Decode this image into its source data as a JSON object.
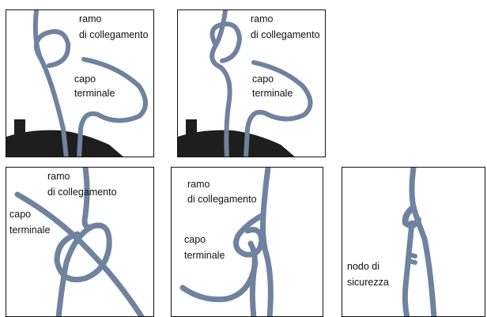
{
  "panels": [
    {
      "labels": {
        "ramo_line1": "ramo",
        "ramo_line2": "di collegamento",
        "capo_line1": "capo",
        "capo_line2": "terminale"
      }
    },
    {
      "labels": {
        "ramo_line1": "ramo",
        "ramo_line2": "di collegamento",
        "capo_line1": "capo",
        "capo_line2": "terminale"
      }
    },
    {
      "labels": {
        "ramo_line1": "ramo",
        "ramo_line2": "di collegamento",
        "capo_line1": "capo",
        "capo_line2": "terminale"
      }
    },
    {
      "labels": {
        "ramo_line1": "ramo",
        "ramo_line2": "di collegamento",
        "capo_line1": "capo",
        "capo_line2": "terminale"
      }
    },
    {
      "labels": {
        "nodo_line1": "nodo di",
        "nodo_line2": "sicurezza"
      }
    }
  ],
  "colors": {
    "rope": "#6f829f",
    "rope_highlight": "#9fb0c8",
    "harness": "#1e1e1e"
  }
}
